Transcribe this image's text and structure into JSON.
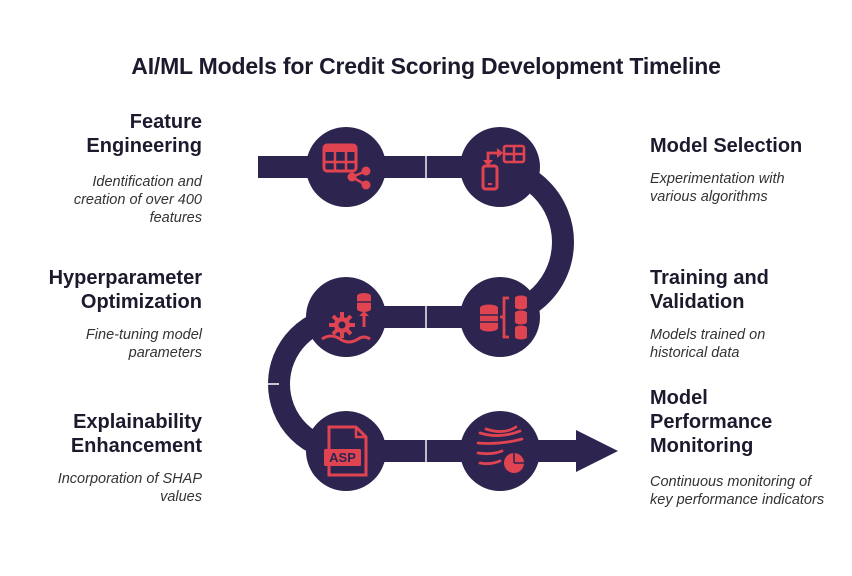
{
  "title": "AI/ML Models for Credit Scoring Development Timeline",
  "colors": {
    "path": "#2d2450",
    "icon": "#e04451",
    "text": "#1c1b2e"
  },
  "steps": [
    {
      "heading": "Feature Engineering",
      "description": "Identification and creation of over 400 features",
      "icon": "table-share-icon"
    },
    {
      "heading": "Model Selection",
      "description": "Experimentation with various algorithms",
      "icon": "phone-swap-icon"
    },
    {
      "heading": "Hyperparameter Optimization",
      "description": "Fine-tuning model parameters",
      "icon": "gear-database-icon"
    },
    {
      "heading": "Training and Validation",
      "description": "Models trained on historical data",
      "icon": "database-bracket-icon"
    },
    {
      "heading": "Explainability Enhancement",
      "description": "Incorporation of SHAP values",
      "icon": "asp-file-icon"
    },
    {
      "heading": "Model Performance Monitoring",
      "description": "Continuous monitoring of key performance indicators",
      "icon": "flow-pie-chart-icon"
    }
  ]
}
